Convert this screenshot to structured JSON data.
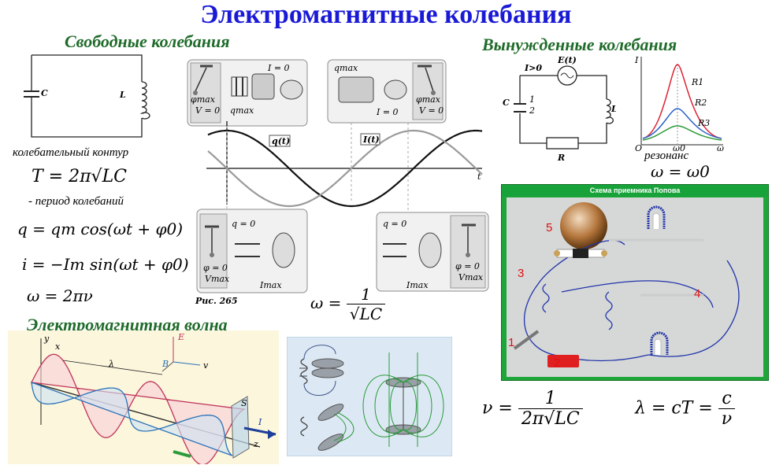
{
  "title": "Электромагнитные колебания",
  "sections": {
    "free": "Свободные колебания",
    "forced": "Вынужденные колебания",
    "wave": "Электромагнитная волна"
  },
  "captions": {
    "circuit": "колебательный контур",
    "period": "- период колебаний",
    "resonance": "резонанс",
    "figure": "Рис. 265"
  },
  "formulas": {
    "period": "T = 2π√LC",
    "charge": "q = qm cos(ωt + φ0)",
    "current": "i = −Im sin(ωt + φ0)",
    "omega_nu": "ω = 2πν",
    "omega_num": "1",
    "omega_den": "√LC",
    "omega_lhs": "ω =",
    "resonance": "ω = ω0",
    "nu_lhs": "ν =",
    "nu_num": "1",
    "nu_den": "2π√LC",
    "lambda_lhs": "λ = cT =",
    "lambda_num": "c",
    "lambda_den": "ν"
  },
  "circuit_labels": {
    "C": "C",
    "L": "L"
  },
  "forced_circuit": {
    "I": "I>0",
    "E": "E(t)",
    "C": "C",
    "L": "L",
    "R": "R",
    "p1": "1",
    "p2": "2"
  },
  "resonance_chart": {
    "y": "I",
    "x": "ω",
    "origin": "O",
    "w0": "ω0",
    "r1": "R1",
    "r2": "R2",
    "r3": "R3"
  },
  "osc_labels": {
    "q": "q(t)",
    "i": "I(t)",
    "t": "t",
    "phi_max": "φmax",
    "v0": "V = 0",
    "qmax": "qmax",
    "i0": "I = 0",
    "q0": "q = 0",
    "phi0": "φ = 0",
    "vmax": "Vmax",
    "imax": "Imax"
  },
  "wave_labels": {
    "y": "y",
    "x": "x",
    "z": "z",
    "lambda": "λ",
    "E": "E",
    "B": "B",
    "v": "v",
    "S": "S",
    "I": "I"
  },
  "popov": {
    "header": "Схема приемника Попова",
    "n1": "1",
    "n2": "2",
    "n3": "3",
    "n4": "4",
    "n5": "5"
  },
  "colors": {
    "title": "#1a1ad6",
    "section": "#1f6b2a",
    "popov_frame": "#1fa63a",
    "wire": "#2233aa"
  }
}
